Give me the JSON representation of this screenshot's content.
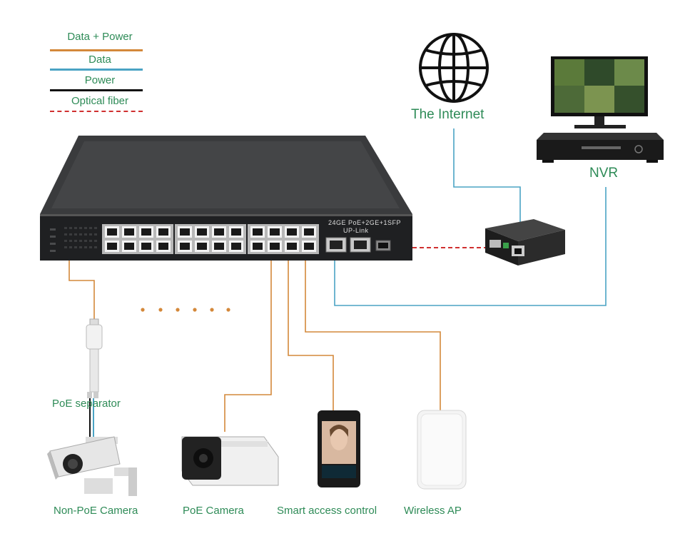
{
  "legend": [
    {
      "label": "Data + Power",
      "color": "#d4883a",
      "style": "solid"
    },
    {
      "label": "Data",
      "color": "#4aa3c4",
      "style": "solid"
    },
    {
      "label": "Power",
      "color": "#111111",
      "style": "solid"
    },
    {
      "label": "Optical fiber",
      "color": "#d03030",
      "style": "dashed"
    }
  ],
  "switch": {
    "model_text": "24GE PoE+2GE+1SFP",
    "uplink_text": "UP-Link"
  },
  "nodes": {
    "internet": "The Internet",
    "nvr": "NVR",
    "poe_separator": "PoE separator",
    "non_poe_camera": "Non-PoE Camera",
    "poe_camera": "PoE Camera",
    "smart_access": "Smart access control",
    "wireless_ap": "Wireless AP"
  },
  "colors": {
    "data_power": "#d4883a",
    "data": "#4aa3c4",
    "power": "#111111",
    "fiber": "#d03030",
    "label_green": "#2e8b57"
  }
}
